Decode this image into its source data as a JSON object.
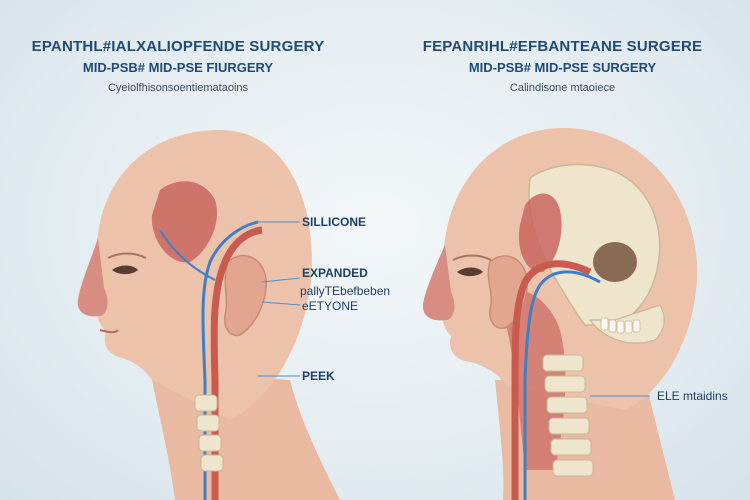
{
  "left_panel": {
    "title": "EPANTHL#IALXALIOPFENDE SURGERY",
    "subtitle": "MID-PSB# MID-PSE FIURGERY",
    "caption": "Cyeiolfhisonsoentiemataoins",
    "labels": {
      "silicone": "SILLICONE",
      "expanded": "EXPANDED",
      "pally": "pallyTEbefbeben",
      "ethyone": "eETYONE",
      "peek": "PEEK"
    }
  },
  "right_panel": {
    "title": "FEPANRIHL#EFBANTEANE SURGERE",
    "subtitle": "MID-PSB# MID-PSE SURGERY",
    "caption": "Calindisone mtaoiece",
    "labels": {
      "ele": "ELE mtaidins"
    }
  },
  "colors": {
    "skin": "#edc2ab",
    "skin_shadow": "#d89c86",
    "muscle": "#c9665f",
    "artery": "#c85a50",
    "nerve": "#3f7fc4",
    "bone": "#efe4cc",
    "label_text": "#1e3f66"
  }
}
